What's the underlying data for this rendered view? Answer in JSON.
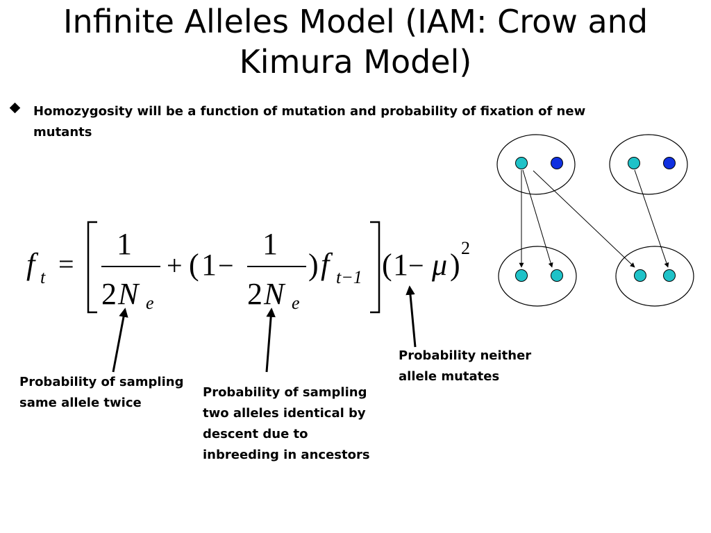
{
  "slide": {
    "title": "Infinite Alleles Model (IAM: Crow and Kimura Model)",
    "bullet": "Homozygosity will be a function of mutation and probability of fixation of new mutants"
  },
  "equation": {
    "f": "f",
    "t": "t",
    "equals": "=",
    "one": "1",
    "two": "2",
    "N": "N",
    "e": "e",
    "plus": "+",
    "open_paren": "(",
    "close_paren": ")",
    "minus": "−",
    "t_minus_1": "t−1",
    "mu": "μ",
    "exponent": "2"
  },
  "labels": {
    "sampling_same": "Probability of sampling same allele twice",
    "sampling_ibd": "Probability of sampling two alleles identical by descent due to inbreeding in ancestors",
    "no_mutation": "Probability neither allele mutates"
  },
  "colors": {
    "allele_cyan": "#1fc2c8",
    "allele_blue": "#1030e0"
  }
}
